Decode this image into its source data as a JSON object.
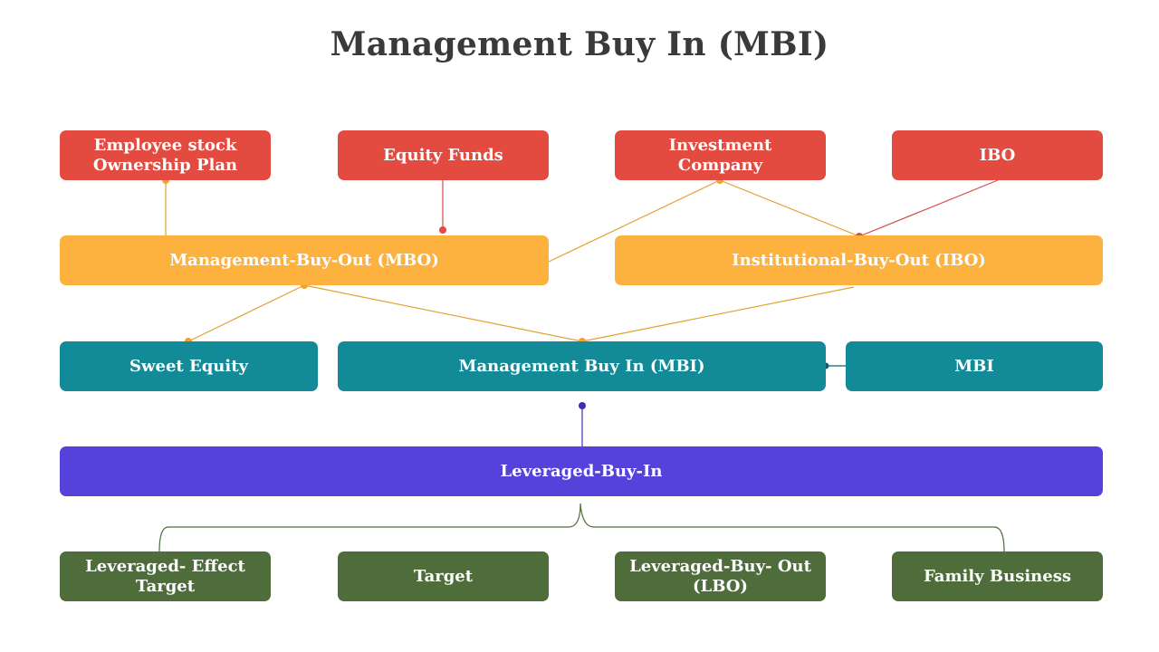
{
  "title": "Management Buy In (MBI)",
  "colors": {
    "red": "#e34a40",
    "orange": "#fdb240",
    "teal": "#138a98",
    "purple": "#5542db",
    "green": "#4f6d3b"
  },
  "row1": [
    "Employee stock Ownership Plan",
    "Equity Funds",
    "Investment Company",
    "IBO"
  ],
  "row2": [
    "Management-Buy-Out (MBO)",
    "Institutional-Buy-Out (IBO)"
  ],
  "row3": [
    "Sweet Equity",
    "Management Buy In (MBI)",
    "MBI"
  ],
  "row4": [
    "Leveraged-Buy-In"
  ],
  "row5": [
    "Leveraged- Effect Target",
    "Target",
    "Leveraged-Buy- Out (LBO)",
    "Family Business"
  ]
}
